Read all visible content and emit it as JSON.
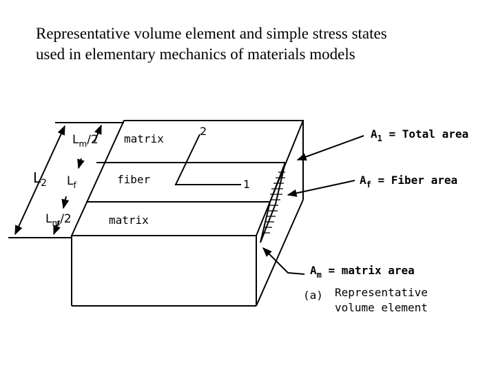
{
  "title": {
    "line1": "Representative volume element and simple stress states",
    "line2": "used in elementary mechanics of materials models"
  },
  "diagram": {
    "layers": {
      "top": "matrix",
      "middle": "fiber",
      "bottom": "matrix"
    },
    "dimensions": {
      "total": {
        "main": "L",
        "sub": "2"
      },
      "matrix_top": {
        "main": "L",
        "sub": "m",
        "suffix": "/2"
      },
      "fiber": {
        "main": "L",
        "sub": "f"
      },
      "matrix_bottom": {
        "main": "L",
        "sub": "m",
        "suffix": "/2"
      }
    },
    "axes": {
      "axis_2": "2",
      "axis_1": "1"
    },
    "callouts": {
      "total_area": {
        "main": "A",
        "sub": "1",
        "rest": " = Total area"
      },
      "fiber_area": {
        "main": "A",
        "sub": "f",
        "rest": " = Fiber area"
      },
      "matrix_area": {
        "main": "A",
        "sub": "m",
        "rest": " = matrix area"
      }
    },
    "caption": {
      "tag": "(a)",
      "line1": "Representative",
      "line2": "volume element"
    }
  }
}
